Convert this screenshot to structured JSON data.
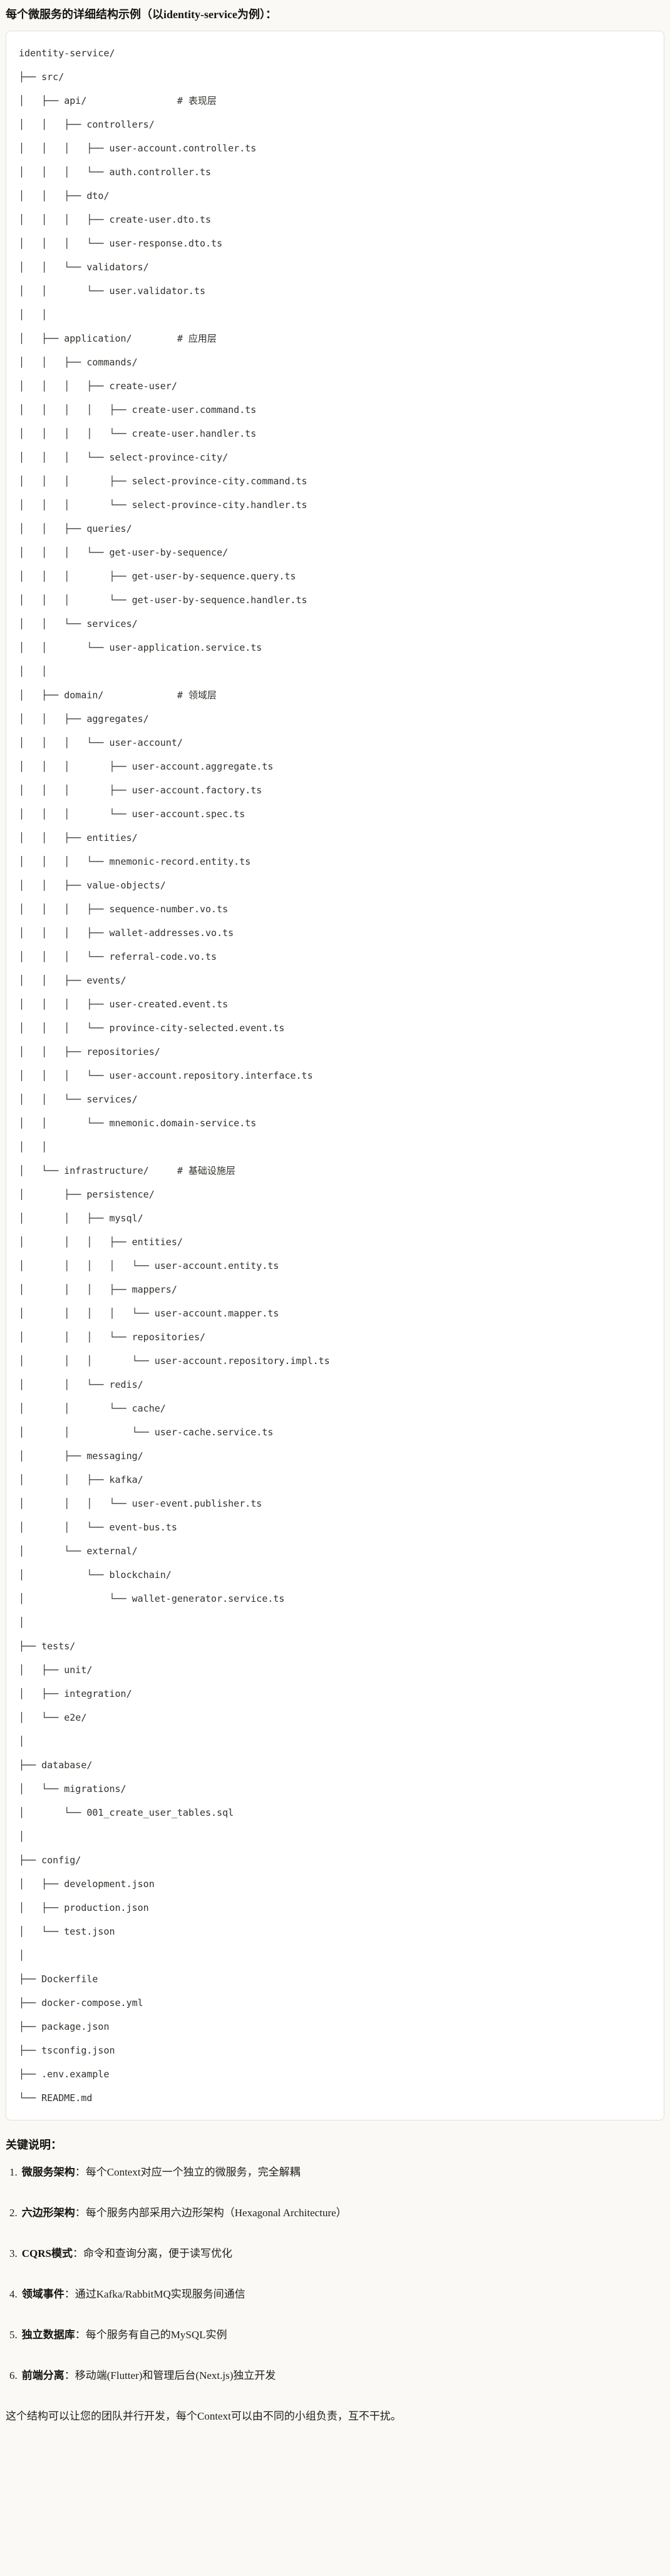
{
  "page": {
    "title": "每个微服务的详细结构示例（以identity-service为例）：",
    "background_color": "#FAF9F5",
    "text_color": "#1F1E1B"
  },
  "code_block": {
    "background_color": "#FFFFFF",
    "border_color": "#E2E0D6",
    "text_color": "#30302B",
    "tree_lines": [
      "identity-service/",
      "├── src/",
      "│   ├── api/                # 表现层",
      "│   │   ├── controllers/",
      "│   │   │   ├── user-account.controller.ts",
      "│   │   │   └── auth.controller.ts",
      "│   │   ├── dto/",
      "│   │   │   ├── create-user.dto.ts",
      "│   │   │   └── user-response.dto.ts",
      "│   │   └── validators/",
      "│   │       └── user.validator.ts",
      "│   │",
      "│   ├── application/        # 应用层",
      "│   │   ├── commands/",
      "│   │   │   ├── create-user/",
      "│   │   │   │   ├── create-user.command.ts",
      "│   │   │   │   └── create-user.handler.ts",
      "│   │   │   └── select-province-city/",
      "│   │   │       ├── select-province-city.command.ts",
      "│   │   │       └── select-province-city.handler.ts",
      "│   │   ├── queries/",
      "│   │   │   └── get-user-by-sequence/",
      "│   │   │       ├── get-user-by-sequence.query.ts",
      "│   │   │       └── get-user-by-sequence.handler.ts",
      "│   │   └── services/",
      "│   │       └── user-application.service.ts",
      "│   │",
      "│   ├── domain/             # 领域层",
      "│   │   ├── aggregates/",
      "│   │   │   └── user-account/",
      "│   │   │       ├── user-account.aggregate.ts",
      "│   │   │       ├── user-account.factory.ts",
      "│   │   │       └── user-account.spec.ts",
      "│   │   ├── entities/",
      "│   │   │   └── mnemonic-record.entity.ts",
      "│   │   ├── value-objects/",
      "│   │   │   ├── sequence-number.vo.ts",
      "│   │   │   ├── wallet-addresses.vo.ts",
      "│   │   │   └── referral-code.vo.ts",
      "│   │   ├── events/",
      "│   │   │   ├── user-created.event.ts",
      "│   │   │   └── province-city-selected.event.ts",
      "│   │   ├── repositories/",
      "│   │   │   └── user-account.repository.interface.ts",
      "│   │   └── services/",
      "│   │       └── mnemonic.domain-service.ts",
      "│   │",
      "│   └── infrastructure/     # 基础设施层",
      "│       ├── persistence/",
      "│       │   ├── mysql/",
      "│       │   │   ├── entities/",
      "│       │   │   │   └── user-account.entity.ts",
      "│       │   │   ├── mappers/",
      "│       │   │   │   └── user-account.mapper.ts",
      "│       │   │   └── repositories/",
      "│       │   │       └── user-account.repository.impl.ts",
      "│       │   └── redis/",
      "│       │       └── cache/",
      "│       │           └── user-cache.service.ts",
      "│       ├── messaging/",
      "│       │   ├── kafka/",
      "│       │   │   └── user-event.publisher.ts",
      "│       │   └── event-bus.ts",
      "│       └── external/",
      "│           └── blockchain/",
      "│               └── wallet-generator.service.ts",
      "│",
      "├── tests/",
      "│   ├── unit/",
      "│   ├── integration/",
      "│   └── e2e/",
      "│",
      "├── database/",
      "│   └── migrations/",
      "│       └── 001_create_user_tables.sql",
      "│",
      "├── config/",
      "│   ├── development.json",
      "│   ├── production.json",
      "│   └── test.json",
      "│",
      "├── Dockerfile",
      "├── docker-compose.yml",
      "├── package.json",
      "├── tsconfig.json",
      "├── .env.example",
      "└── README.md"
    ]
  },
  "notes": {
    "heading": "关键说明：",
    "items": [
      {
        "num": "1.",
        "term": "微服务架构",
        "desc": "：每个Context对应一个独立的微服务，完全解耦"
      },
      {
        "num": "2.",
        "term": "六边形架构",
        "desc": "：每个服务内部采用六边形架构（Hexagonal Architecture）"
      },
      {
        "num": "3.",
        "term": "CQRS模式",
        "desc": "：命令和查询分离，便于读写优化"
      },
      {
        "num": "4.",
        "term": "领域事件",
        "desc": "：通过Kafka/RabbitMQ实现服务间通信"
      },
      {
        "num": "5.",
        "term": "独立数据库",
        "desc": "：每个服务有自己的MySQL实例"
      },
      {
        "num": "6.",
        "term": "前端分离",
        "desc": "：移动端(Flutter)和管理后台(Next.js)独立开发"
      }
    ],
    "closing": "这个结构可以让您的团队并行开发，每个Context可以由不同的小组负责，互不干扰。"
  }
}
